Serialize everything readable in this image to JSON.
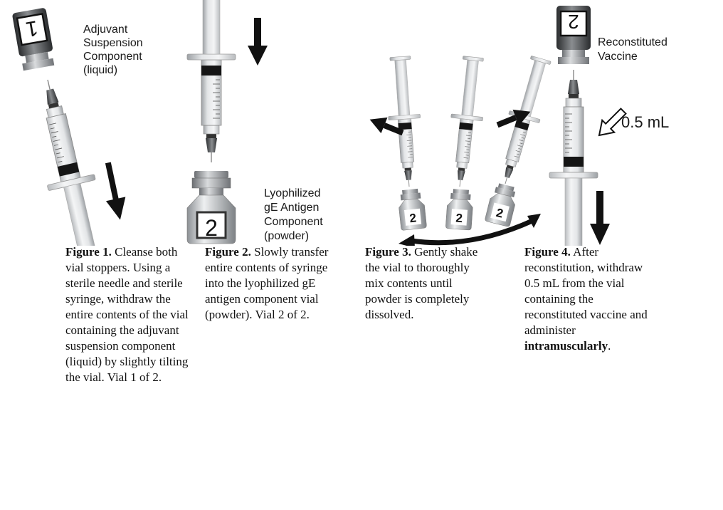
{
  "figures": [
    {
      "labels": [
        "Adjuvant",
        "Suspension",
        "Component",
        "(liquid)"
      ],
      "vial_number": "1",
      "caption_title": "Figure 1.",
      "caption_text": "Cleanse both vial stoppers. Using a sterile needle and sterile syringe, withdraw the entire contents of the vial containing the adjuvant suspension component (liquid) by slightly tilting the vial. Vial 1 of 2."
    },
    {
      "labels": [
        "Lyophilized",
        "gE Antigen",
        "Component",
        "(powder)"
      ],
      "vial_number": "2",
      "caption_title": "Figure 2.",
      "caption_text": "Slowly transfer entire contents of syringe into the lyophilized gE antigen component vial (powder). Vial 2 of 2."
    },
    {
      "labels": [],
      "vial_number": "2",
      "caption_title": "Figure 3.",
      "caption_text": "Gently shake the vial to thoroughly mix contents until powder is completely dissolved."
    },
    {
      "labels": [
        "Reconstituted",
        "Vaccine"
      ],
      "dose_label": "0.5 mL",
      "vial_number": "2",
      "caption_title": "Figure 4.",
      "caption_text": "After reconstitution, withdraw 0.5 mL from the vial containing the reconstituted vaccine and administer",
      "caption_bold": "intramuscularly",
      "caption_end": "."
    }
  ]
}
